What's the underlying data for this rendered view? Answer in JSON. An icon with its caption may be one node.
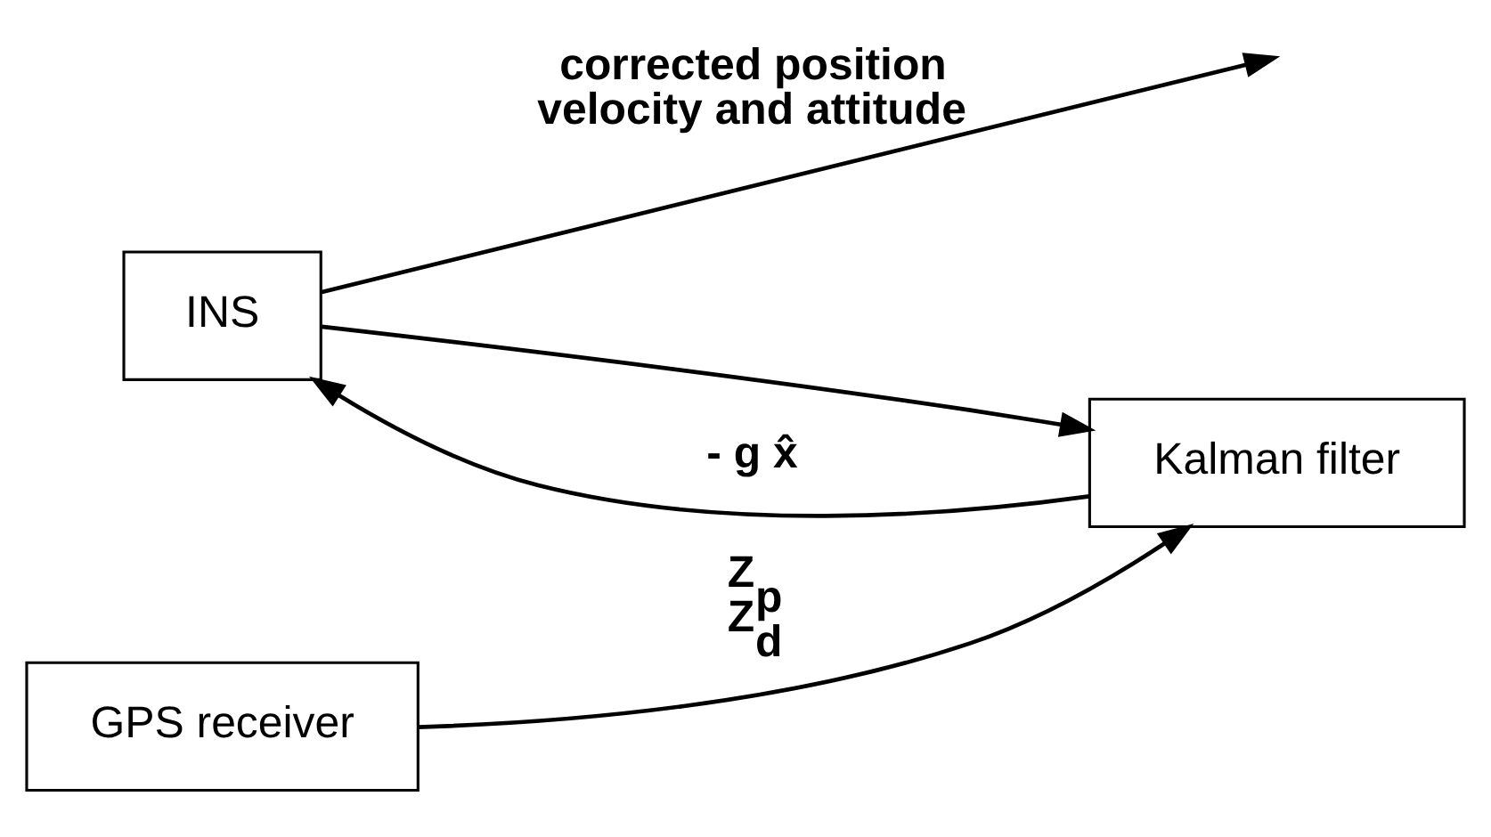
{
  "diagram": {
    "nodes": [
      {
        "text": [
          "INS"
        ]
      },
      {
        "text": [
          "Kalman filter"
        ]
      },
      {
        "text": [
          "GPS receiver"
        ]
      }
    ],
    "edges": [
      {
        "from": 0,
        "to": null,
        "arrow": "to",
        "label": "corrected position velocity and attitude"
      },
      {
        "from": 0,
        "to": 1,
        "arrow": "to"
      },
      {
        "from": 1,
        "to": 0,
        "arrow": "to",
        "label": "- g x̂"
      },
      {
        "from": 2,
        "to": 1,
        "arrow": "to",
        "label": "Z$_{p}$ Z$_{d}$"
      }
    ]
  }
}
